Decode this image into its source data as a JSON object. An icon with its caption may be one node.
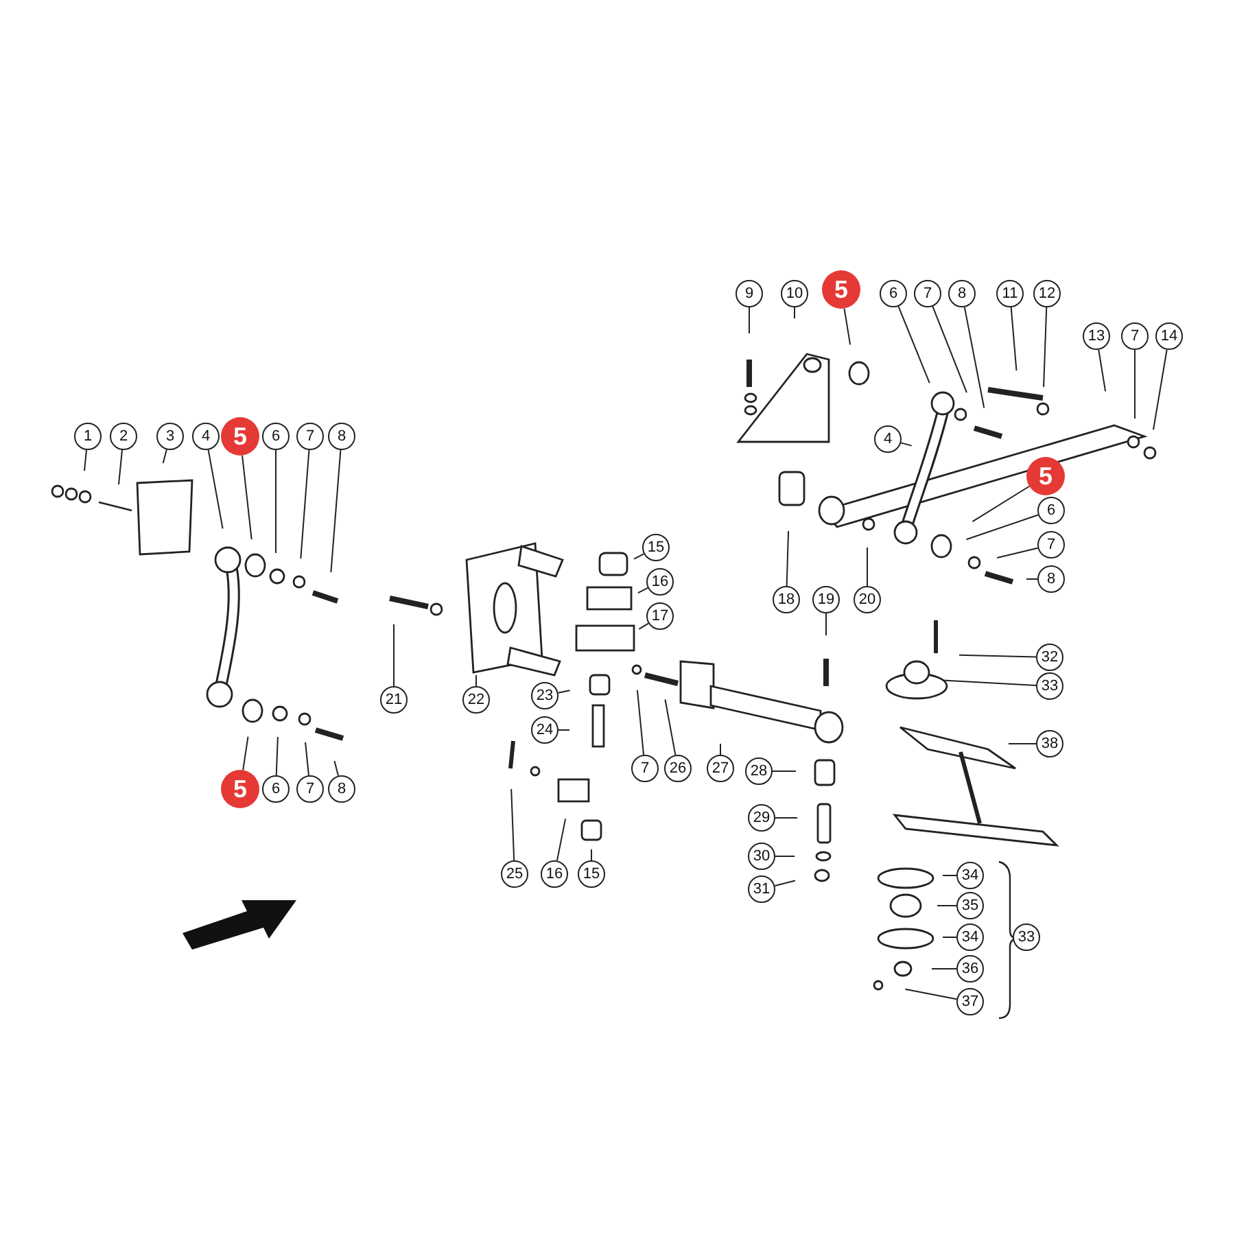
{
  "diagram": {
    "nodes": [
      {
        "text": [
          "9"
        ]
      },
      {
        "text": [
          "10"
        ]
      },
      {
        "text": [
          "5"
        ]
      },
      {
        "text": [
          "6"
        ]
      },
      {
        "text": [
          "7"
        ]
      },
      {
        "text": [
          "8"
        ]
      },
      {
        "text": [
          "11"
        ]
      },
      {
        "text": [
          "12"
        ]
      },
      {
        "text": [
          "13"
        ]
      },
      {
        "text": [
          "7"
        ]
      },
      {
        "text": [
          "14"
        ]
      },
      {
        "text": [
          "1"
        ]
      },
      {
        "text": [
          "2"
        ]
      },
      {
        "text": [
          "3"
        ]
      },
      {
        "text": [
          "4"
        ]
      },
      {
        "text": [
          "5"
        ]
      },
      {
        "text": [
          "6"
        ]
      },
      {
        "text": [
          "7"
        ]
      },
      {
        "text": [
          "8"
        ]
      },
      {
        "text": [
          "4"
        ]
      },
      {
        "text": [
          "5"
        ]
      },
      {
        "text": [
          "6"
        ]
      },
      {
        "text": [
          "7"
        ]
      },
      {
        "text": [
          "8"
        ]
      },
      {
        "text": [
          "15"
        ]
      },
      {
        "text": [
          "16"
        ]
      },
      {
        "text": [
          "17"
        ]
      },
      {
        "text": [
          "18"
        ]
      },
      {
        "text": [
          "19"
        ]
      },
      {
        "text": [
          "20"
        ]
      },
      {
        "text": [
          "32"
        ]
      },
      {
        "text": [
          "33"
        ]
      },
      {
        "text": [
          "21"
        ]
      },
      {
        "text": [
          "22"
        ]
      },
      {
        "text": [
          "23"
        ]
      },
      {
        "text": [
          "24"
        ]
      },
      {
        "text": [
          "38"
        ]
      },
      {
        "text": [
          "7"
        ]
      },
      {
        "text": [
          "26"
        ]
      },
      {
        "text": [
          "27"
        ]
      },
      {
        "text": [
          "28"
        ]
      },
      {
        "text": [
          "5"
        ]
      },
      {
        "text": [
          "6"
        ]
      },
      {
        "text": [
          "7"
        ]
      },
      {
        "text": [
          "8"
        ]
      },
      {
        "text": [
          "29"
        ]
      },
      {
        "text": [
          "30"
        ]
      },
      {
        "text": [
          "34"
        ]
      },
      {
        "text": [
          "25"
        ]
      },
      {
        "text": [
          "16"
        ]
      },
      {
        "text": [
          "15"
        ]
      },
      {
        "text": [
          "31"
        ]
      },
      {
        "text": [
          "35"
        ]
      },
      {
        "text": [
          "34"
        ]
      },
      {
        "text": [
          "33"
        ]
      },
      {
        "text": [
          "36"
        ]
      },
      {
        "text": [
          "37"
        ]
      }
    ],
    "edges": [
      {
        "from": 0,
        "to": null,
        "arrow": "none"
      },
      {
        "from": 1,
        "to": null,
        "arrow": "none"
      },
      {
        "from": 2,
        "to": null,
        "arrow": "none"
      },
      {
        "from": 3,
        "to": null,
        "arrow": "none"
      },
      {
        "from": 4,
        "to": null,
        "arrow": "none"
      },
      {
        "from": 5,
        "to": null,
        "arrow": "none"
      },
      {
        "from": 6,
        "to": null,
        "arrow": "none"
      },
      {
        "from": 7,
        "to": null,
        "arrow": "none"
      },
      {
        "from": 8,
        "to": null,
        "arrow": "none"
      },
      {
        "from": 9,
        "to": null,
        "arrow": "none"
      },
      {
        "from": 10,
        "to": null,
        "arrow": "none"
      },
      {
        "from": 11,
        "to": null,
        "arrow": "none"
      },
      {
        "from": 12,
        "to": null,
        "arrow": "none"
      },
      {
        "from": 13,
        "to": null,
        "arrow": "none"
      },
      {
        "from": 14,
        "to": null,
        "arrow": "none"
      },
      {
        "from": 15,
        "to": null,
        "arrow": "none"
      },
      {
        "from": 16,
        "to": null,
        "arrow": "none"
      },
      {
        "from": 17,
        "to": null,
        "arrow": "none"
      },
      {
        "from": 18,
        "to": null,
        "arrow": "none"
      },
      {
        "from": 19,
        "to": null,
        "arrow": "none"
      },
      {
        "from": 20,
        "to": null,
        "arrow": "none"
      },
      {
        "from": 21,
        "to": null,
        "arrow": "none"
      },
      {
        "from": 22,
        "to": null,
        "arrow": "none"
      },
      {
        "from": 23,
        "to": null,
        "arrow": "none"
      },
      {
        "from": 24,
        "to": null,
        "arrow": "none"
      },
      {
        "from": 25,
        "to": null,
        "arrow": "none"
      },
      {
        "from": 26,
        "to": null,
        "arrow": "none"
      },
      {
        "from": 27,
        "to": null,
        "arrow": "none"
      },
      {
        "from": 28,
        "to": null,
        "arrow": "none"
      },
      {
        "from": 29,
        "to": null,
        "arrow": "none"
      },
      {
        "from": 30,
        "to": null,
        "arrow": "none"
      },
      {
        "from": 31,
        "to": null,
        "arrow": "none"
      },
      {
        "from": 32,
        "to": null,
        "arrow": "none"
      },
      {
        "from": 33,
        "to": null,
        "arrow": "none"
      },
      {
        "from": 34,
        "to": null,
        "arrow": "none"
      },
      {
        "from": 35,
        "to": null,
        "arrow": "none"
      },
      {
        "from": 36,
        "to": null,
        "arrow": "none"
      },
      {
        "from": 37,
        "to": null,
        "arrow": "none"
      },
      {
        "from": 38,
        "to": null,
        "arrow": "none"
      },
      {
        "from": 39,
        "to": null,
        "arrow": "none"
      },
      {
        "from": 40,
        "to": null,
        "arrow": "none"
      },
      {
        "from": 41,
        "to": null,
        "arrow": "none"
      },
      {
        "from": 42,
        "to": null,
        "arrow": "none"
      },
      {
        "from": 43,
        "to": null,
        "arrow": "none"
      },
      {
        "from": 44,
        "to": null,
        "arrow": "none"
      },
      {
        "from": 45,
        "to": null,
        "arrow": "none"
      },
      {
        "from": 46,
        "to": null,
        "arrow": "none"
      },
      {
        "from": 47,
        "to": null,
        "arrow": "none"
      },
      {
        "from": 48,
        "to": null,
        "arrow": "none"
      },
      {
        "from": 49,
        "to": null,
        "arrow": "none"
      },
      {
        "from": 50,
        "to": null,
        "arrow": "none"
      },
      {
        "from": 51,
        "to": null,
        "arrow": "none"
      },
      {
        "from": 52,
        "to": null,
        "arrow": "none"
      },
      {
        "from": 53,
        "to": null,
        "arrow": "none"
      },
      {
        "from": 55,
        "to": null,
        "arrow": "none"
      },
      {
        "from": 56,
        "to": null,
        "arrow": "none"
      }
    ]
  }
}
